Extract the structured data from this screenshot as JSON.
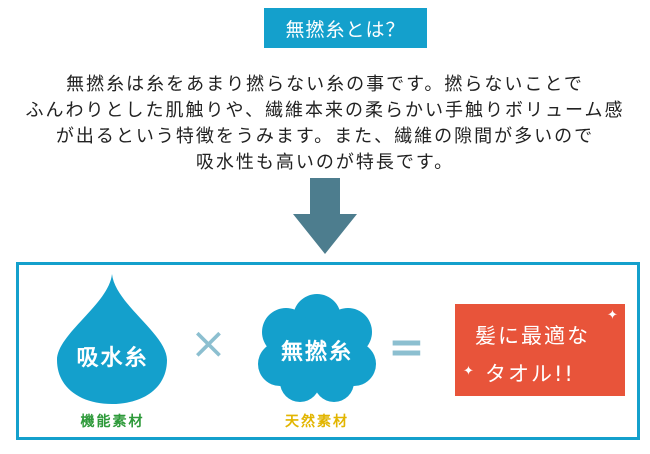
{
  "title": "無撚糸とは？",
  "description": [
    "無撚糸は糸をあまり撚らない糸の事です。撚らないことで",
    "ふんわりとした肌触りや、繊維本来の柔らかい手触りボリューム感",
    "が出るという特徴をうみます。また、繊維の隙間が多いので",
    "吸水性も高いのが特長です。"
  ],
  "formula": {
    "left": {
      "text": "吸水糸",
      "label": "機能素材",
      "label_color": "#2e9a3a"
    },
    "operator_times": "×",
    "right": {
      "text": "無撚糸",
      "label": "天然素材",
      "label_color": "#e2b500"
    },
    "operator_equals": "=",
    "result": {
      "line1": "髪に最適な",
      "line2": "タオル!!"
    }
  },
  "colors": {
    "accent": "#14a0cc",
    "arrow": "#4d7d8e",
    "result_bg": "#e8543a"
  }
}
